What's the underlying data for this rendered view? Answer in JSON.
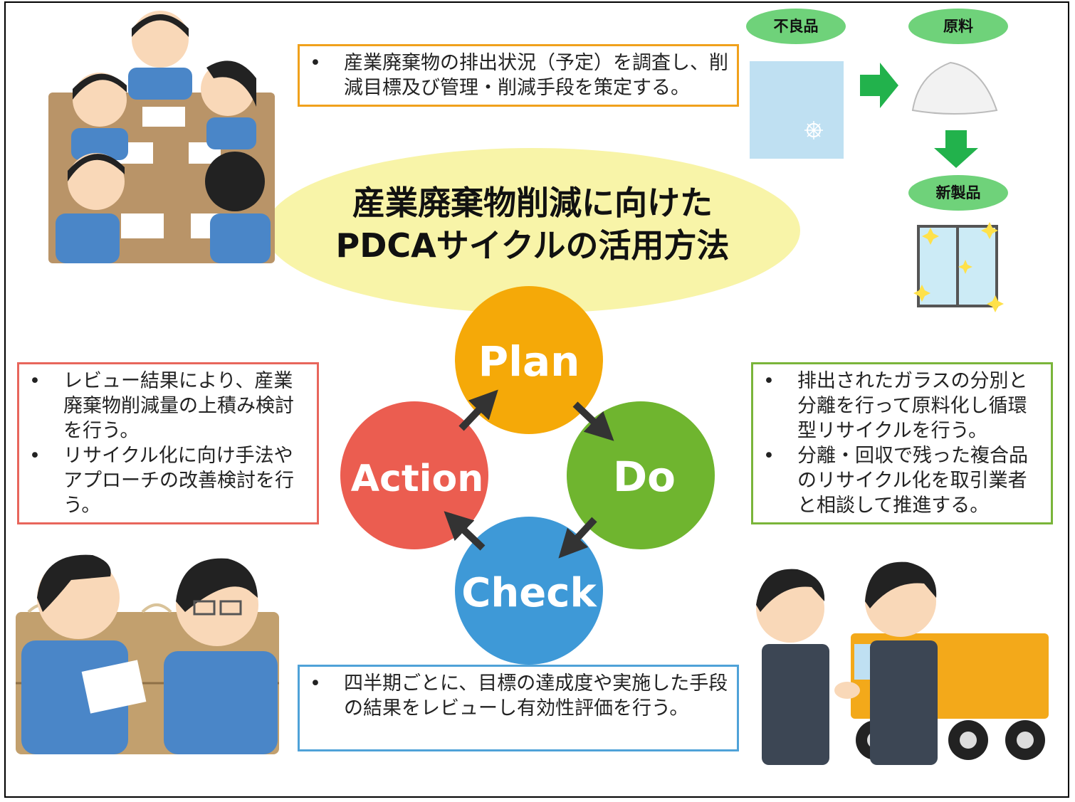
{
  "title_line1": "産業廃棄物削減に向けた",
  "title_line2": "PDCAサイクルの活用方法",
  "cycle": {
    "plan": "Plan",
    "do": "Do",
    "check": "Check",
    "action": "Action",
    "colors": {
      "plan": "#f5a908",
      "do": "#6fb52f",
      "check": "#3e99d7",
      "action": "#eb5d50"
    }
  },
  "boxes": {
    "plan": [
      "産業廃棄物の排出状況（予定）を調査し、削減目標及び管理・削減手段を策定する。"
    ],
    "action": [
      "レビュー結果により、産業廃棄物削減量の上積み検討を行う。",
      "リサイクル化に向け手法やアプローチの改善検討を行う。"
    ],
    "do": [
      "排出されたガラスの分別と分離を行って原料化し循環型リサイクルを行う。",
      "分離・回収で残った複合品のリサイクル化を取引業者と相談して推進する。"
    ],
    "check": [
      "四半期ごとに、目標の達成度や実施した手段の結果をレビューし有効性評価を行う。"
    ]
  },
  "recycle": {
    "defective": "不良品",
    "raw": "原料",
    "new_product": "新製品",
    "pill_color": "#6fd27a",
    "arrow_color": "#22b24c"
  }
}
